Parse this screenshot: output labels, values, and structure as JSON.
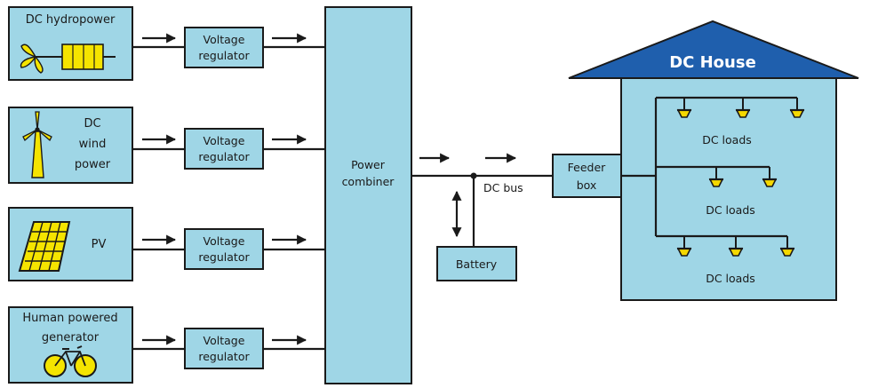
{
  "sources": [
    {
      "label_lines": [
        "DC hydropower"
      ],
      "icon": "hydro-turbine-icon"
    },
    {
      "label_lines": [
        "DC",
        "wind",
        "power"
      ],
      "icon": "wind-turbine-icon"
    },
    {
      "label_lines": [
        "PV"
      ],
      "icon": "solar-panel-icon"
    },
    {
      "label_lines": [
        "Human powered",
        "generator"
      ],
      "icon": "bicycle-icon"
    }
  ],
  "regulator": {
    "line1": "Voltage",
    "line2": "regulator"
  },
  "combiner": {
    "line1": "Power",
    "line2": "combiner"
  },
  "bus_label": "DC bus",
  "battery_label": "Battery",
  "feeder": {
    "line1": "Feeder",
    "line2": "box"
  },
  "house": {
    "title": "DC House",
    "roof_color": "#1f5fad"
  },
  "loads": [
    {
      "label": "DC loads",
      "count": 3
    },
    {
      "label": "DC loads",
      "count": 2
    },
    {
      "label": "DC loads",
      "count": 3
    }
  ],
  "colors": {
    "box_fill": "#9fd6e6",
    "lamp": "#f5d800"
  }
}
